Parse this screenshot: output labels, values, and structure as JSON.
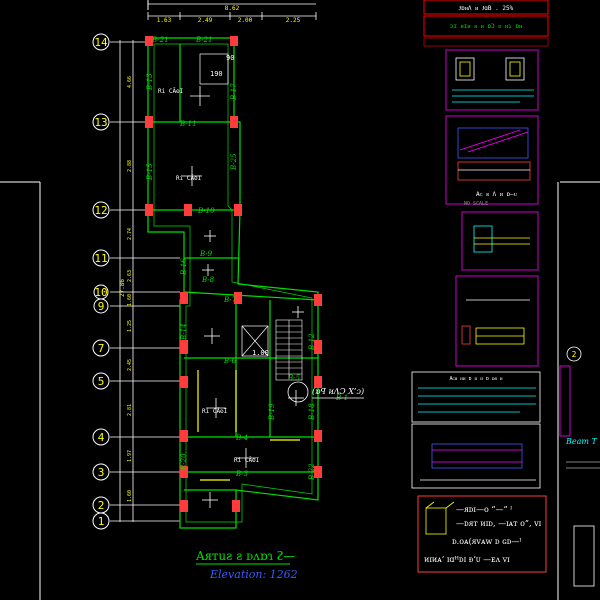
{
  "drawing": {
    "top_dims": [
      "1.63",
      "2.49",
      "2.00",
      "2.25"
    ],
    "top_dim_overall": "8.62",
    "grid_labels": [
      {
        "id": "14"
      },
      {
        "id": "13"
      },
      {
        "id": "12"
      },
      {
        "id": "11"
      },
      {
        "id": "10"
      },
      {
        "id": "9"
      },
      {
        "id": "7"
      },
      {
        "id": "5"
      },
      {
        "id": "4"
      },
      {
        "id": "3"
      },
      {
        "id": "2"
      },
      {
        "id": "1"
      }
    ],
    "left_dims": [
      "4.66",
      "2.88",
      "2.74",
      "2.63",
      "1.60",
      "1.25",
      "2.45",
      "2.81",
      "1.97",
      "1.60"
    ],
    "left_dim_total": "27.86",
    "beams": [
      "B-21",
      "B-21",
      "B-11",
      "B-10",
      "B-9",
      "B-8",
      "B-7",
      "B-6",
      "B-5",
      "B-4",
      "B-3",
      "B-1",
      "B-13",
      "B-15",
      "B-18",
      "B-25",
      "B-17",
      "B-16",
      "B-14",
      "B-20",
      "B-19",
      "B-12",
      "B-22"
    ],
    "slab_marks": [
      "190",
      "1.00",
      "90"
    ],
    "room_label": "Ri CĂʘI",
    "title_mirrored": "Aᴙᴛuƨ ƨ ᴅᴧɒɿ ᴤ—",
    "elevation": "Elevation: 1262",
    "callout": "(ɒꟼ ᴎɅƆ X’ɔ)",
    "callout_sub": "B-1"
  },
  "sheet": {
    "title_block_line1": "ɈɒᴎɅ ᴎ ɈɑB  .  25%",
    "title_block_line2": "ɔɪ  ᴎɪᴎ ᴙ ᴎ ɒƆ  ᴅ ᴎɿ ɒᴎ",
    "detail_caption": "Aᴄ ᴙ Ʌ ᴎ ɒ—ᴜ",
    "detail_scale": "NO SCALE",
    "notes_header": "Aᴄᴙ ᴎᴎ ɒ  ᴅ  ᴎ ɒ ᴅᴙ ᴎ",
    "handwritten": [
      "—ᴙᴅɪ—ᴏ “—” ᴵ",
      "—ᴅᴙᴛ ᴎɪᴅ, —ɪᴀᴛ ᴏ”, ᴠɪ",
      "ᴅ.ᴏᴀ(ᴙᴠᴀᴡ ᴅ ɢᴅ—ᴵ",
      "ᴎɪᴎᴀ’ ɪɑᴴᴅɪ ᴆ’ᴜ —ᴇᴧ ᴠɪ"
    ],
    "right_edge_label": "Beam  T",
    "right_edge_marker": "2"
  },
  "colors": {
    "background": "#000000",
    "grid": "#00ff00",
    "column": "#ff3b3b",
    "beam_text": "#00e000",
    "white": "#ffffff",
    "yellow": "#ffff00",
    "magenta": "#ff00ff",
    "cyan": "#00ffff",
    "blue": "#3b5bff",
    "red_frame": "#ff0000"
  }
}
